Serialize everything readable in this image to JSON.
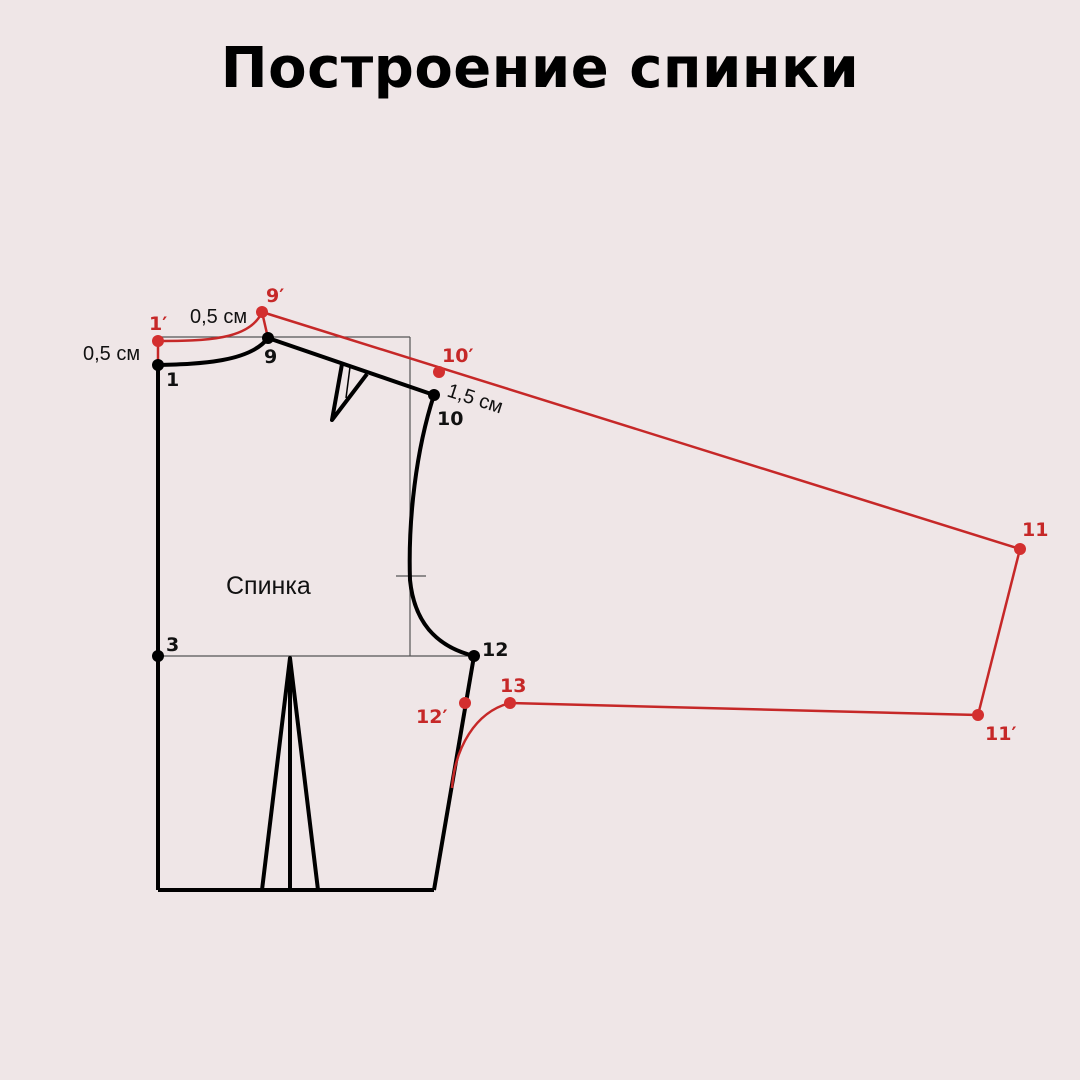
{
  "title": "Построение спинки",
  "piece_label": "Спинка",
  "measurements": {
    "m1": "0,5 см",
    "m2": "0,5 см",
    "m3": "1,5 см"
  },
  "points": {
    "p1": "1",
    "p3": "3",
    "p9": "9",
    "p10": "10",
    "p12": "12",
    "p1r": "1′",
    "p9r": "9′",
    "p10r": "10′",
    "p11r": "11",
    "p11rr": "11′",
    "p12r": "12′",
    "p13r": "13"
  },
  "colors": {
    "base_line": "#000000",
    "construction_line": "#c62828",
    "background": "#efe6e7"
  }
}
